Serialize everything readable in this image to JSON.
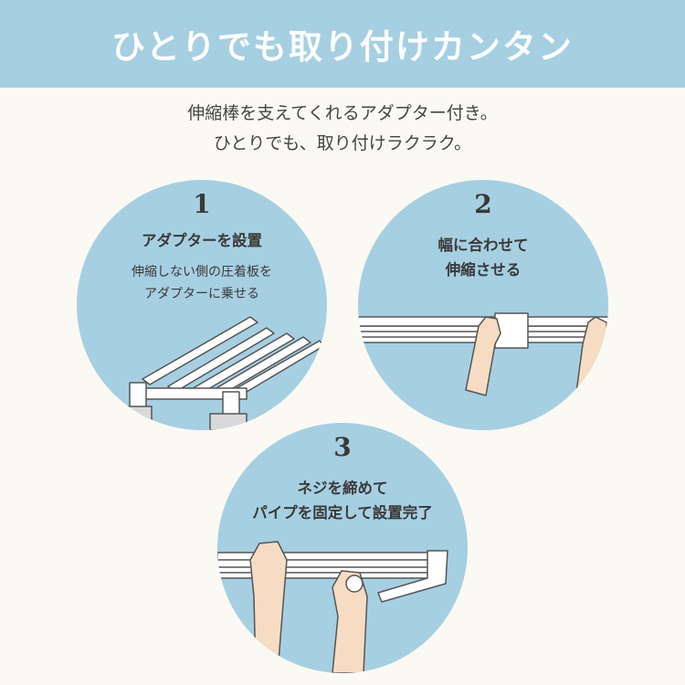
{
  "header": {
    "title": "ひとりでも取り付けカンタン"
  },
  "intro": {
    "line1": "伸縮棒を支えてくれるアダプター付き。",
    "line2": "ひとりでも、取り付けラクラク。"
  },
  "steps": [
    {
      "number": "1",
      "title": "アダプターを設置",
      "desc_line1": "伸縮しない側の圧着板を",
      "desc_line2": "アダプターに乗せる"
    },
    {
      "number": "2",
      "title_line1": "幅に合わせて",
      "title_line2": "伸縮させる"
    },
    {
      "number": "3",
      "title_line1": "ネジを締めて",
      "title_line2": "パイプを固定して設置完了"
    }
  ],
  "colors": {
    "banner": "#a6cfe2",
    "circle": "#a6cfe2",
    "background": "#fbf9f3",
    "skin": "#f6dcc2"
  }
}
